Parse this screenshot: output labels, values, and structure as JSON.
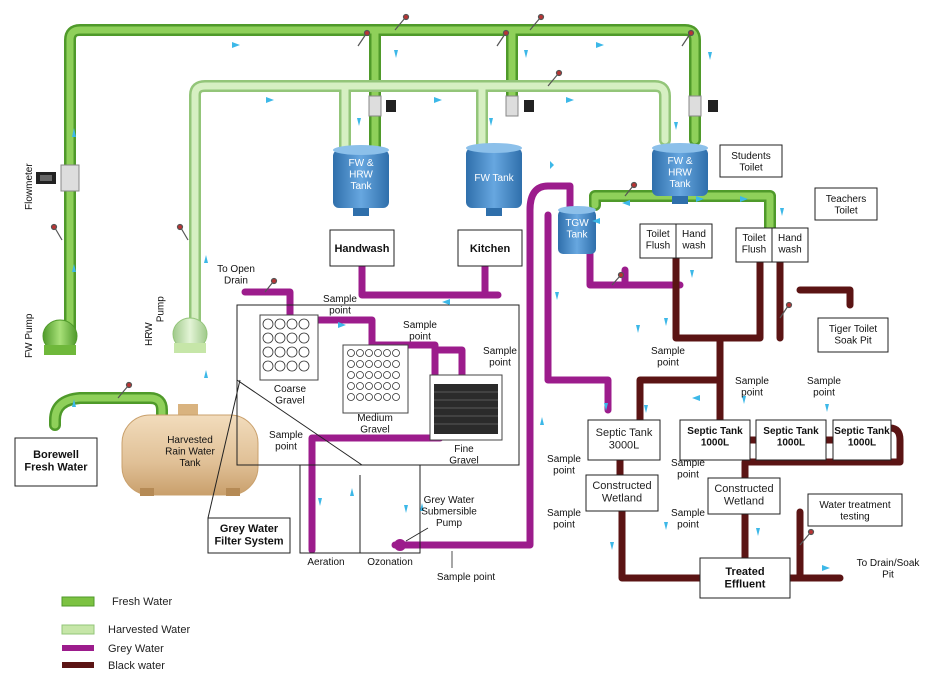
{
  "colors": {
    "fresh": "#7cc242",
    "fresh_dark": "#4f9a2a",
    "harvested": "#c6e6a8",
    "harvested_dark": "#93c579",
    "grey": "#9c1c8c",
    "black": "#5b1414",
    "arrow": "#3cb8e8",
    "tank_blue": "#3f86c4",
    "tank_tan": "#e3c79e"
  },
  "labels": {
    "flowmeter": "Flowmeter",
    "fw_pump": "FW Pump",
    "hrw_pump": "HRW\nPump",
    "borewell": "Borewell\nFresh Water",
    "rain_tank": "Harvested\nRain Water\nTank",
    "fw_hrw_tank_1": "FW &\nHRW\nTank",
    "fw_tank": "FW Tank",
    "fw_hrw_tank_2": "FW &\nHRW\nTank",
    "tgw_tank": "TGW\nTank",
    "handwash": "Handwash",
    "kitchen": "Kitchen",
    "to_open_drain": "To Open\nDrain",
    "students_toilet": "Students\nToilet",
    "teachers_toilet": "Teachers\nToilet",
    "toilet_flush_1": "Toilet\nFlush",
    "hand_wash_1": "Hand\nwash",
    "toilet_flush_2": "Toilet\nFlush",
    "hand_wash_2": "Hand\nwash",
    "tiger_toilet": "Tiger Toilet\nSoak Pit",
    "coarse_gravel": "Coarse\nGravel",
    "medium_gravel": "Medium\nGravel",
    "fine_gravel": "Fine\nGravel",
    "sample_point": "Sample\npoint",
    "sample_point_line": "Sample point",
    "grey_filter": "Grey Water\nFilter System",
    "aeration": "Aeration",
    "ozonation": "Ozonation",
    "submersible": "Grey Water\nSubmersible\nPump",
    "septic_3000": "Septic Tank\n3000L",
    "septic_1000": "Septic Tank\n1000L",
    "constructed_wetland": "Constructed\nWetland",
    "treated_effluent": "Treated\nEffluent",
    "water_treatment": "Water treatment\ntesting",
    "to_drain": "To Drain/Soak\nPit"
  },
  "legend": [
    {
      "label": "Fresh Water",
      "color": "#7cc242"
    },
    {
      "label": "Harvested Water",
      "color": "#c6e6a8"
    },
    {
      "label": "Grey Water",
      "color": "#9c1c8c"
    },
    {
      "label": "Black water",
      "color": "#5b1414"
    }
  ]
}
